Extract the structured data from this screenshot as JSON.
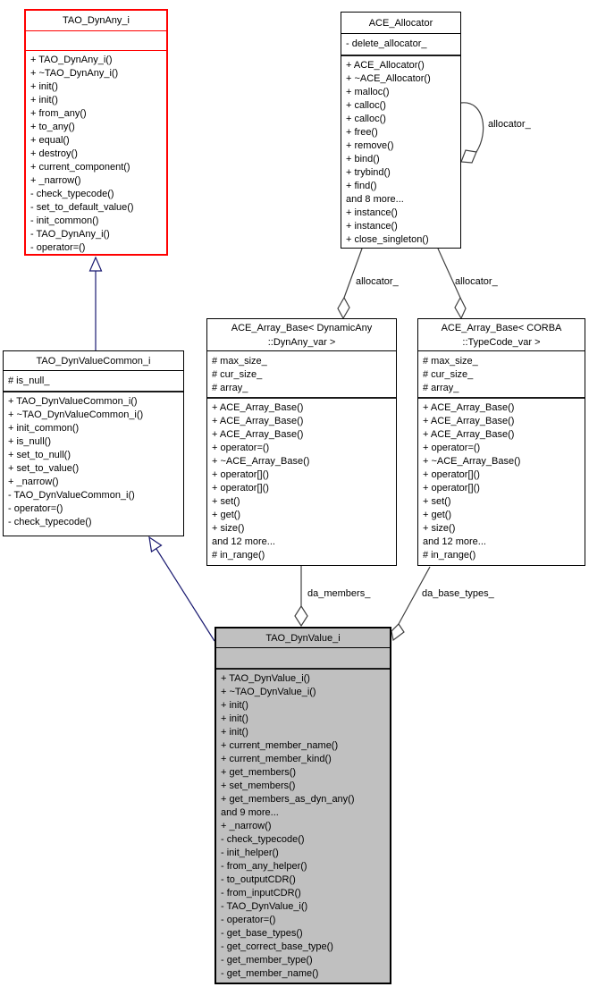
{
  "diagram": {
    "kind": "uml-class-collaboration-diagram",
    "colors": {
      "red_class_border": "#ff0000",
      "inheritance_edge": "#191970",
      "aggregation_edge": "#404040",
      "focus_class_fill": "#c0c0c0",
      "class_fill": "#ffffff"
    }
  },
  "classes": {
    "tao_dynany_i": {
      "title_lines": [
        "TAO_DynAny_i"
      ],
      "attributes": [],
      "methods": [
        "+ TAO_DynAny_i()",
        "+ ~TAO_DynAny_i()",
        "+ init()",
        "+ init()",
        "+ from_any()",
        "+ to_any()",
        "+ equal()",
        "+ destroy()",
        "+ current_component()",
        "+ _narrow()",
        "- check_typecode()",
        "- set_to_default_value()",
        "- init_common()",
        "- TAO_DynAny_i()",
        "- operator=()"
      ]
    },
    "ace_allocator": {
      "title_lines": [
        "ACE_Allocator"
      ],
      "attributes": [
        "- delete_allocator_"
      ],
      "methods": [
        "+ ACE_Allocator()",
        "+ ~ACE_Allocator()",
        "+ malloc()",
        "+ calloc()",
        "+ calloc()",
        "+ free()",
        "+ remove()",
        "+ bind()",
        "+ trybind()",
        "+ find()",
        "and 8 more...",
        "+ instance()",
        "+ instance()",
        "+ close_singleton()"
      ]
    },
    "ace_array_base_dynany": {
      "title_lines": [
        "ACE_Array_Base< DynamicAny",
        "::DynAny_var >"
      ],
      "attributes": [
        "# max_size_",
        "# cur_size_",
        "# array_"
      ],
      "methods": [
        "+ ACE_Array_Base()",
        "+ ACE_Array_Base()",
        "+ ACE_Array_Base()",
        "+ operator=()",
        "+ ~ACE_Array_Base()",
        "+ operator[]()",
        "+ operator[]()",
        "+ set()",
        "+ get()",
        "+ size()",
        "and 12 more...",
        "# in_range()"
      ]
    },
    "ace_array_base_typecode": {
      "title_lines": [
        "ACE_Array_Base< CORBA",
        "::TypeCode_var >"
      ],
      "attributes": [
        "# max_size_",
        "# cur_size_",
        "# array_"
      ],
      "methods": [
        "+ ACE_Array_Base()",
        "+ ACE_Array_Base()",
        "+ ACE_Array_Base()",
        "+ operator=()",
        "+ ~ACE_Array_Base()",
        "+ operator[]()",
        "+ operator[]()",
        "+ set()",
        "+ get()",
        "+ size()",
        "and 12 more...",
        "# in_range()"
      ]
    },
    "tao_dynvaluecommon_i": {
      "title_lines": [
        "TAO_DynValueCommon_i"
      ],
      "attributes": [
        "# is_null_"
      ],
      "methods": [
        "+ TAO_DynValueCommon_i()",
        "+ ~TAO_DynValueCommon_i()",
        "+ init_common()",
        "+ is_null()",
        "+ set_to_null()",
        "+ set_to_value()",
        "+ _narrow()",
        "- TAO_DynValueCommon_i()",
        "- operator=()",
        "- check_typecode()"
      ]
    },
    "tao_dynvalue_i": {
      "title_lines": [
        "TAO_DynValue_i"
      ],
      "attributes": [],
      "methods": [
        "+ TAO_DynValue_i()",
        "+ ~TAO_DynValue_i()",
        "+ init()",
        "+ init()",
        "+ init()",
        "+ current_member_name()",
        "+ current_member_kind()",
        "+ get_members()",
        "+ set_members()",
        "+ get_members_as_dyn_any()",
        "and 9 more...",
        "+ _narrow()",
        "- check_typecode()",
        "- init_helper()",
        "- from_any_helper()",
        "- to_outputCDR()",
        "- from_inputCDR()",
        "- TAO_DynValue_i()",
        "- operator=()",
        "- get_base_types()",
        "- get_correct_base_type()",
        "- get_member_type()",
        "- get_member_name()"
      ]
    }
  },
  "edge_labels": {
    "allocator_self": "allocator_",
    "allocator_dynany": "allocator_",
    "allocator_typecode": "allocator_",
    "da_members": "da_members_",
    "da_base_types": "da_base_types_"
  }
}
